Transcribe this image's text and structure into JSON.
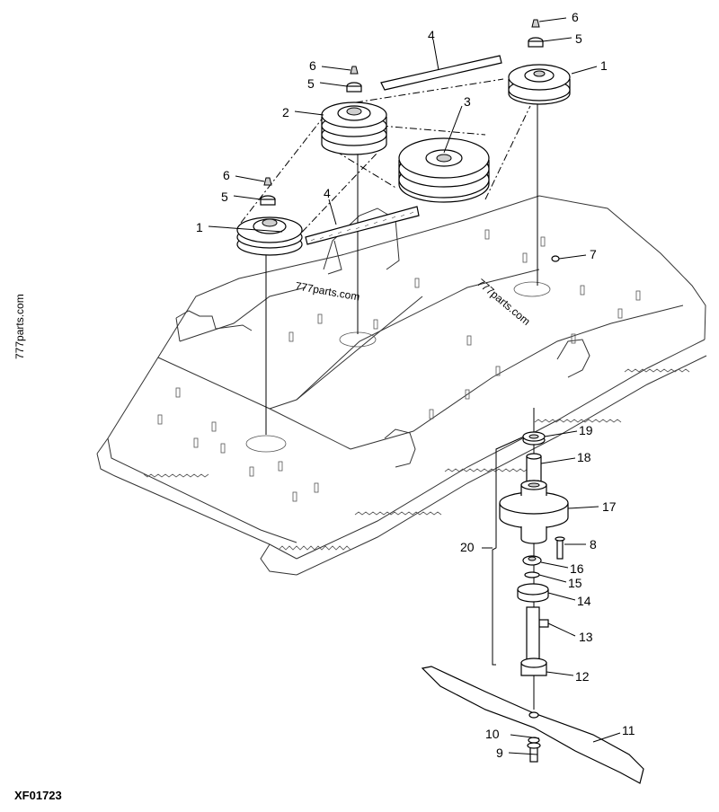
{
  "callouts": [
    {
      "id": "c1a",
      "label": "1"
    },
    {
      "id": "c1b",
      "label": "1"
    },
    {
      "id": "c2",
      "label": "2"
    },
    {
      "id": "c3",
      "label": "3"
    },
    {
      "id": "c4a",
      "label": "4"
    },
    {
      "id": "c4b",
      "label": "4"
    },
    {
      "id": "c5a",
      "label": "5"
    },
    {
      "id": "c5b",
      "label": "5"
    },
    {
      "id": "c5c",
      "label": "5"
    },
    {
      "id": "c6a",
      "label": "6"
    },
    {
      "id": "c6b",
      "label": "6"
    },
    {
      "id": "c6c",
      "label": "6"
    },
    {
      "id": "c7",
      "label": "7"
    },
    {
      "id": "c8",
      "label": "8"
    },
    {
      "id": "c9",
      "label": "9"
    },
    {
      "id": "c10",
      "label": "10"
    },
    {
      "id": "c11",
      "label": "11"
    },
    {
      "id": "c12",
      "label": "12"
    },
    {
      "id": "c13",
      "label": "13"
    },
    {
      "id": "c14",
      "label": "14"
    },
    {
      "id": "c15",
      "label": "15"
    },
    {
      "id": "c16",
      "label": "16"
    },
    {
      "id": "c17",
      "label": "17"
    },
    {
      "id": "c18",
      "label": "18"
    },
    {
      "id": "c19",
      "label": "19"
    },
    {
      "id": "c20",
      "label": "20"
    }
  ],
  "watermark": {
    "side": "777parts.com",
    "deck_a": "777parts.com",
    "deck_b": "777parts.com"
  },
  "figure_code": "XF01723"
}
